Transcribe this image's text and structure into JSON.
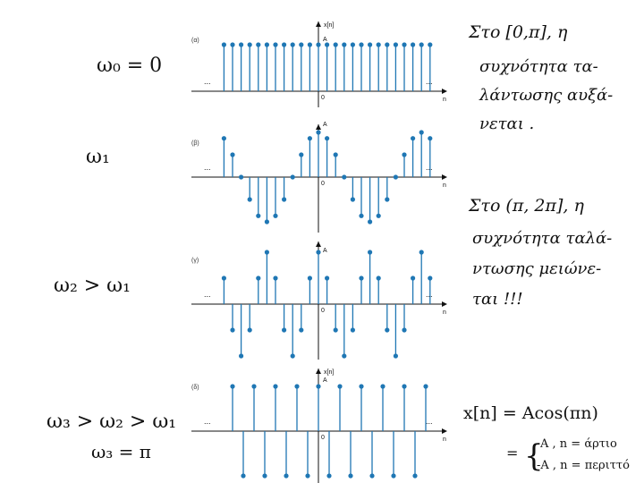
{
  "colors": {
    "stem": "#1f77b4",
    "axis": "#111111",
    "ink": "#111111"
  },
  "panels": [
    {
      "label": "(α)",
      "y_axis_label": "x[n]",
      "amp_label": "A",
      "origin_label": "0",
      "n_label": "n",
      "ellipsis": "...",
      "pattern": "constant",
      "omega": 0
    },
    {
      "label": "(β)",
      "y_axis_label": "",
      "amp_label": "A",
      "origin_label": "0",
      "n_label": "n",
      "ellipsis": "...",
      "pattern": "cos",
      "omega": 0.5236
    },
    {
      "label": "(γ)",
      "y_axis_label": "",
      "amp_label": "A",
      "origin_label": "0",
      "n_label": "n",
      "ellipsis": "...",
      "pattern": "cos",
      "omega": 1.0472
    },
    {
      "label": "(δ)",
      "y_axis_label": "x[n]",
      "amp_label": "A",
      "origin_label": "0",
      "n_label": "n",
      "ellipsis": "...",
      "pattern": "alternating",
      "omega": 3.1416
    }
  ],
  "omega_labels": {
    "w0": "ω₀ = 0",
    "w1": "ω₁",
    "w2": "ω₂ > ω₁",
    "w3": "ω₃ > ω₂ > ω₁",
    "w3pi": "ω₃ = π"
  },
  "notes": {
    "note1": [
      "Στο [0,π], η",
      "συχνότητα τα-",
      "λάντωσης αυξά-",
      "νεται ."
    ],
    "note2": [
      "Στο (π, 2π], η",
      "συχνότητα ταλά-",
      "ντωσης μειώνε-",
      "ται !!!"
    ],
    "formula": {
      "main": "x[n] = Acos(πn)",
      "eq": "=",
      "case1": "A , n = άρτιο",
      "case2": "-A , n = περιττό"
    }
  }
}
